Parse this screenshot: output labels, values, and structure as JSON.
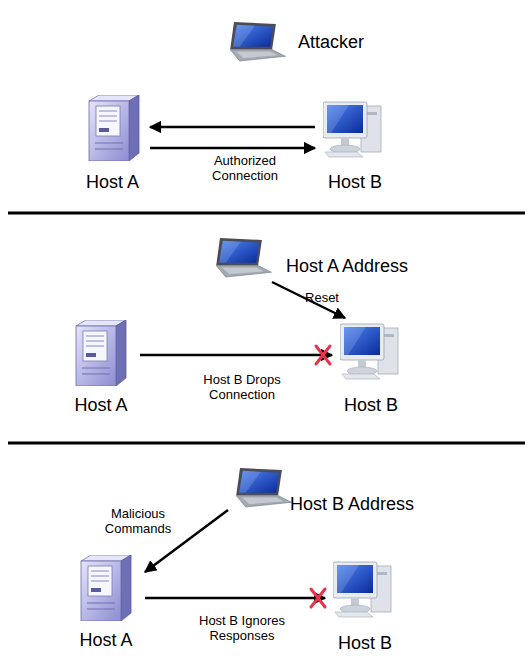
{
  "diagram": {
    "nodes": [
      {
        "text": [
          "Attacker"
        ]
      },
      {
        "text": [
          "Host A"
        ]
      },
      {
        "text": [
          "Host B"
        ]
      },
      {
        "text": [
          "Host A Address"
        ]
      },
      {
        "text": [
          "Host A"
        ]
      },
      {
        "text": [
          "Host B"
        ]
      },
      {
        "text": [
          "Host B Address"
        ]
      },
      {
        "text": [
          "Host A"
        ]
      },
      {
        "text": [
          "Host B"
        ]
      }
    ],
    "edges": [
      {
        "from": 2,
        "to": 1,
        "arrow": "to"
      },
      {
        "from": 1,
        "to": 2,
        "label": "Authorized Connection",
        "arrow": "to"
      },
      {
        "from": 3,
        "to": 5,
        "label": "Reset",
        "arrow": "to"
      },
      {
        "from": 4,
        "to": 5,
        "label": "Host B Drops Connection",
        "arrow": "to"
      },
      {
        "from": 6,
        "to": 7,
        "label": "Malicious Commands",
        "arrow": "to"
      },
      {
        "from": 7,
        "to": 8,
        "label": "Host B Ignores Responses",
        "arrow": "to"
      }
    ]
  }
}
